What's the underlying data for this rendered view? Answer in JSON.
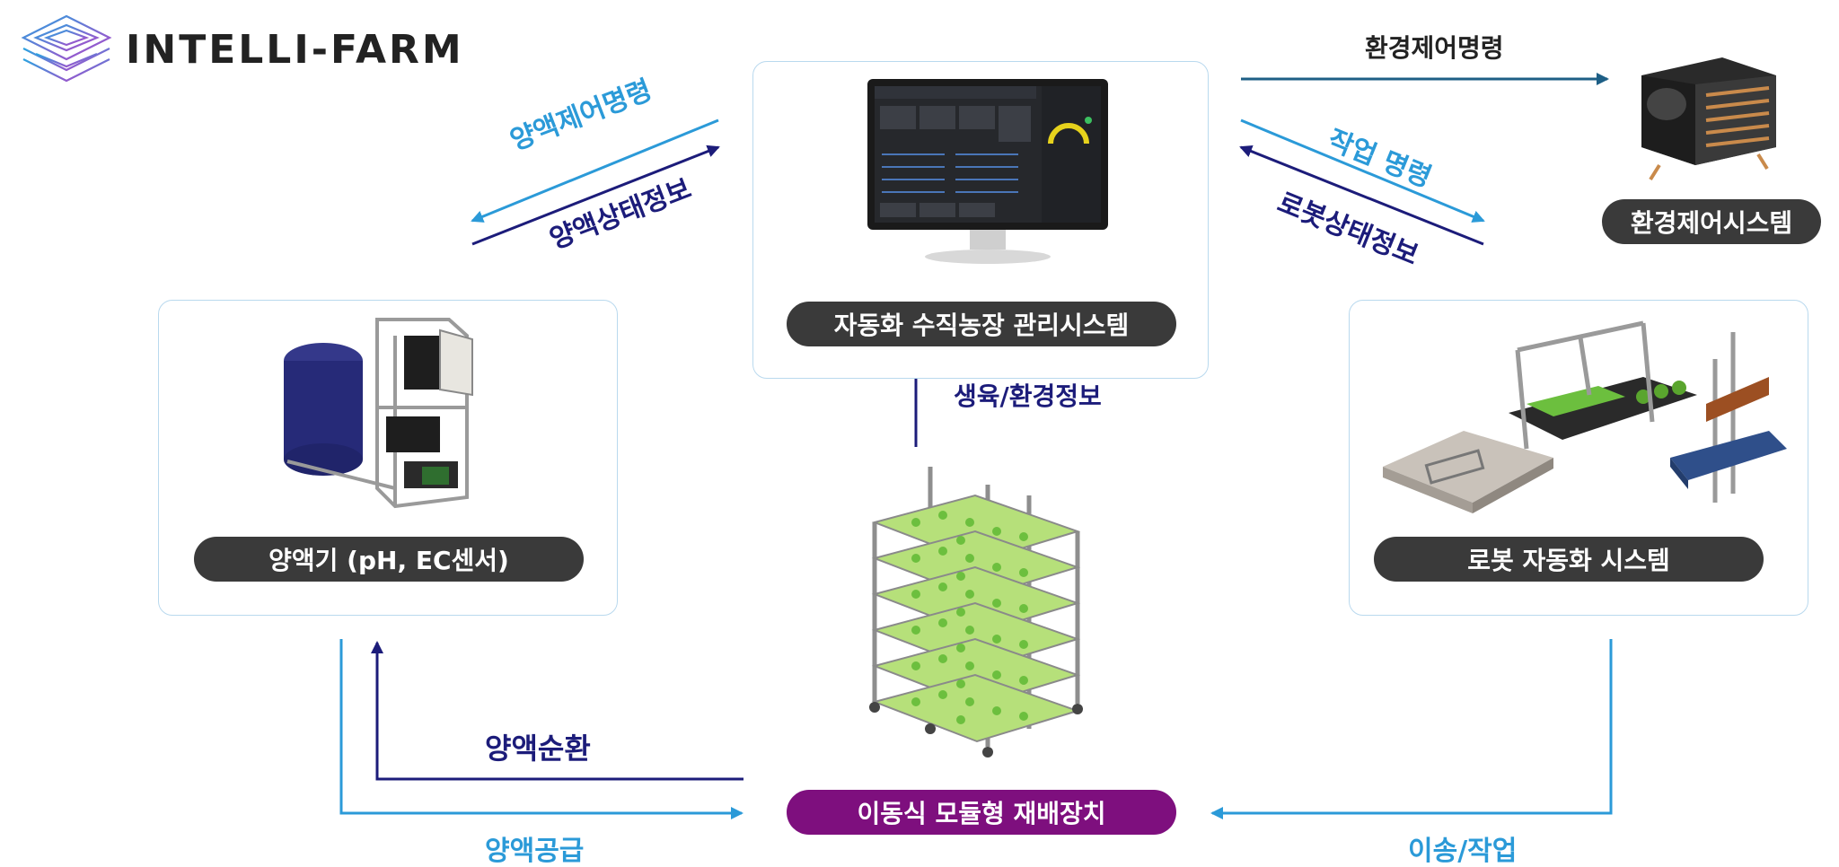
{
  "brand": {
    "name": "INTELLI-FARM"
  },
  "nodes": {
    "center": "자동화 수직농장 관리시스템",
    "left": "양액기 (pH, EC센서)",
    "right": "로봇 자동화 시스템",
    "env": "환경제어시스템",
    "bottom": "이동식 모듈형 재배장치"
  },
  "edges": {
    "nutrient_control_cmd": "양액제어명령",
    "nutrient_status": "양액상태정보",
    "env_control_cmd": "환경제어명령",
    "work_cmd": "작업 명령",
    "robot_status": "로봇상태정보",
    "growth_env_info": "생육/환경정보",
    "nutrient_circulation": "양액순환",
    "nutrient_supply": "양액공급",
    "transfer_work": "이송/작업"
  },
  "colors": {
    "light_blue": "#2b9ad8",
    "navy": "#1c1c7a",
    "dark_pill": "#3a3a3a",
    "purple_pill": "#7e0f7e",
    "panel_border": "#b9d9ee"
  }
}
